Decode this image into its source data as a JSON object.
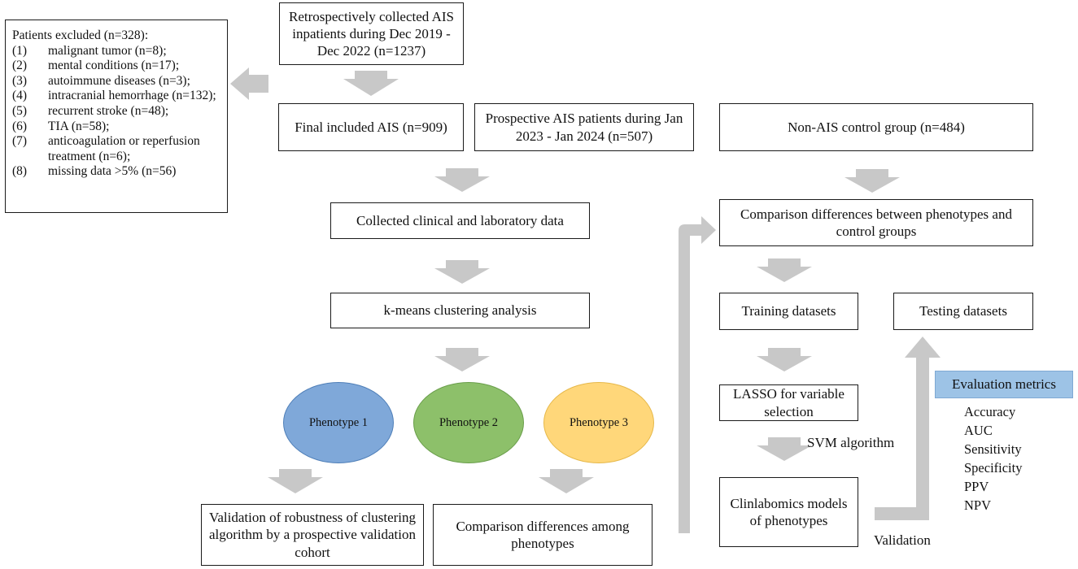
{
  "exclusion": {
    "title": "Patients excluded (n=328):",
    "items": [
      {
        "num": "(1)",
        "text": "malignant tumor (n=8);"
      },
      {
        "num": "(2)",
        "text": "mental conditions (n=17);"
      },
      {
        "num": "(3)",
        "text": "autoimmune diseases (n=3);"
      },
      {
        "num": "(4)",
        "text": "intracranial hemorrhage (n=132);"
      },
      {
        "num": "(5)",
        "text": "recurrent stroke (n=48);"
      },
      {
        "num": "(6)",
        "text": "TIA (n=58);"
      },
      {
        "num": "(7)",
        "text": "anticoagulation or reperfusion treatment (n=6);"
      },
      {
        "num": "(8)",
        "text": "missing data >5% (n=56)"
      }
    ]
  },
  "boxes": {
    "retrospective": "Retrospectively collected AIS inpatients during Dec 2019 - Dec 2022 (n=1237)",
    "final_included": "Final included AIS (n=909)",
    "prospective": "Prospective AIS patients during Jan 2023 - Jan 2024 (n=507)",
    "non_ais": "Non-AIS control group (n=484)",
    "collected_data": "Collected clinical and laboratory data",
    "kmeans": "k-means clustering analysis",
    "comparison_control": "Comparison differences between phenotypes and control groups",
    "training": "Training datasets",
    "testing": "Testing datasets",
    "lasso": "LASSO for variable selection",
    "clinlabomics": "Clinlabomics models of phenotypes",
    "validation_robustness": "Validation of robustness of clustering algorithm by a prospective validation cohort",
    "comparison_among": "Comparison differences among phenotypes"
  },
  "phenotypes": {
    "p1": "Phenotype 1",
    "p2": "Phenotype 2",
    "p3": "Phenotype 3",
    "colors": {
      "p1": "#7fa8d9",
      "p2": "#8dc06a",
      "p3": "#ffd77a"
    }
  },
  "labels": {
    "svm": "SVM algorithm",
    "validation": "Validation"
  },
  "metrics": {
    "title": "Evaluation metrics",
    "items": [
      "Accuracy",
      "AUC",
      "Sensitivity",
      "Specificity",
      "PPV",
      "NPV"
    ]
  },
  "colors": {
    "arrow": "#c8c8c8",
    "border": "#1a1a1a",
    "metrics_header": "#9dc3e6"
  }
}
